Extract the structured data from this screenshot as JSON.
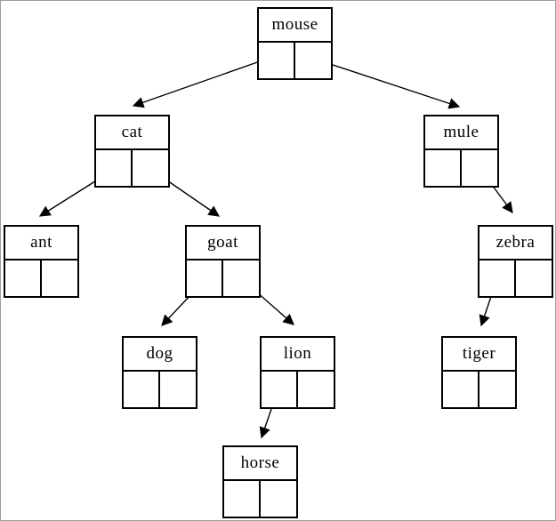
{
  "tree": {
    "kind": "binary-tree-diagram",
    "nodes": {
      "mouse": {
        "label": "mouse"
      },
      "cat": {
        "label": "cat"
      },
      "mule": {
        "label": "mule"
      },
      "ant": {
        "label": "ant"
      },
      "goat": {
        "label": "goat"
      },
      "zebra": {
        "label": "zebra"
      },
      "dog": {
        "label": "dog"
      },
      "lion": {
        "label": "lion"
      },
      "tiger": {
        "label": "tiger"
      },
      "horse": {
        "label": "horse"
      }
    },
    "edges": [
      {
        "from": "mouse",
        "pointer": "left",
        "to": "cat"
      },
      {
        "from": "mouse",
        "pointer": "right",
        "to": "mule"
      },
      {
        "from": "cat",
        "pointer": "left",
        "to": "ant"
      },
      {
        "from": "cat",
        "pointer": "right",
        "to": "goat"
      },
      {
        "from": "mule",
        "pointer": "right",
        "to": "zebra"
      },
      {
        "from": "goat",
        "pointer": "left",
        "to": "dog"
      },
      {
        "from": "goat",
        "pointer": "right",
        "to": "lion"
      },
      {
        "from": "zebra",
        "pointer": "left",
        "to": "tiger"
      },
      {
        "from": "lion",
        "pointer": "left",
        "to": "horse"
      }
    ],
    "line_color": "#000000",
    "frame_color": "#9e9e9e"
  }
}
